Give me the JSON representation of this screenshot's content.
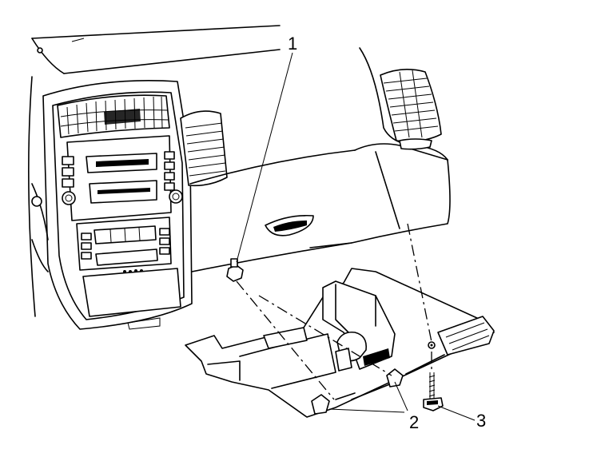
{
  "callouts": {
    "c1": "1",
    "c2": "2",
    "c3": "3"
  },
  "colors": {
    "ink": "#000000",
    "background": "#ffffff"
  }
}
